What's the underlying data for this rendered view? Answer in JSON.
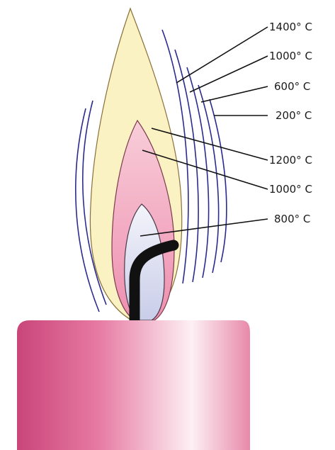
{
  "diagram": {
    "labels": {
      "t1400": "1400° C",
      "t1000_outer": "1000° C",
      "t600": "600° C",
      "t200": "200° C",
      "t1200": "1200° C",
      "t1000_inner": "1000° C",
      "t800": "800° C"
    },
    "colors": {
      "outer_flame": "#fbf2c4",
      "middle_flame": "#f2a6c0",
      "inner_flame": "#e3e6f3",
      "heat_lines": "#2b2b8f",
      "wick": "#111111",
      "candle_dark": "#c9457a",
      "candle_light": "#fdf0f4"
    }
  }
}
